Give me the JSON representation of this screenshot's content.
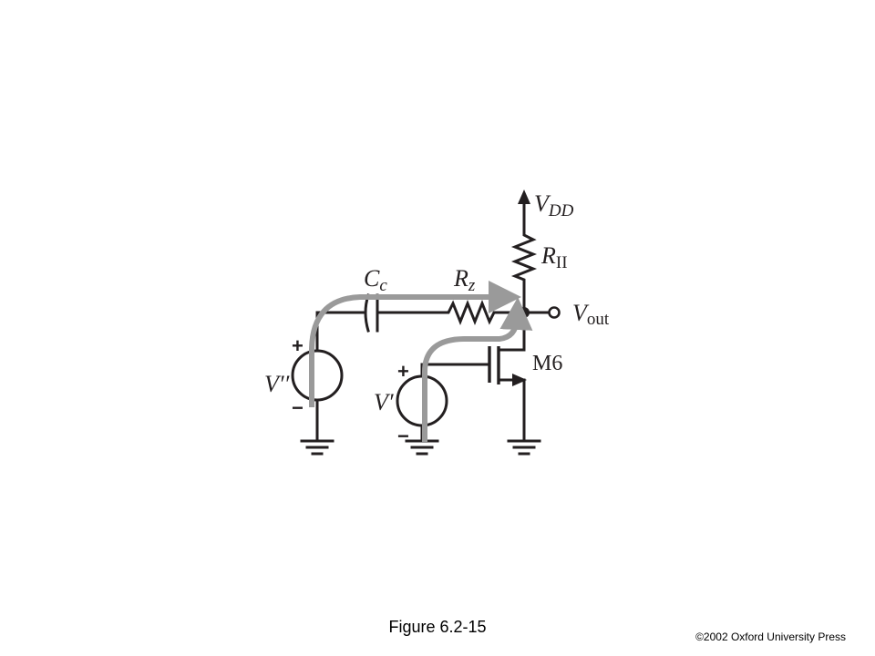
{
  "figure": {
    "caption": "Figure 6.2-15",
    "copyright": "©2002 Oxford University Press"
  },
  "circuit": {
    "supply": {
      "symbol": "V",
      "subscript": "DD"
    },
    "load_resistor": {
      "symbol": "R",
      "subscript": "II"
    },
    "zero_resistor": {
      "symbol": "R",
      "subscript": "z"
    },
    "compensation_capacitor": {
      "symbol": "C",
      "subscript": "c"
    },
    "output": {
      "symbol": "V",
      "subscript": "out"
    },
    "transistor": {
      "label": "M6"
    },
    "source_left": {
      "label": "V′′",
      "plus": "+",
      "minus": "−"
    },
    "source_right": {
      "label": "V′",
      "plus": "+",
      "minus": "−"
    },
    "signal_path_color": "#9a9a9a",
    "wire_color": "#231f20"
  }
}
